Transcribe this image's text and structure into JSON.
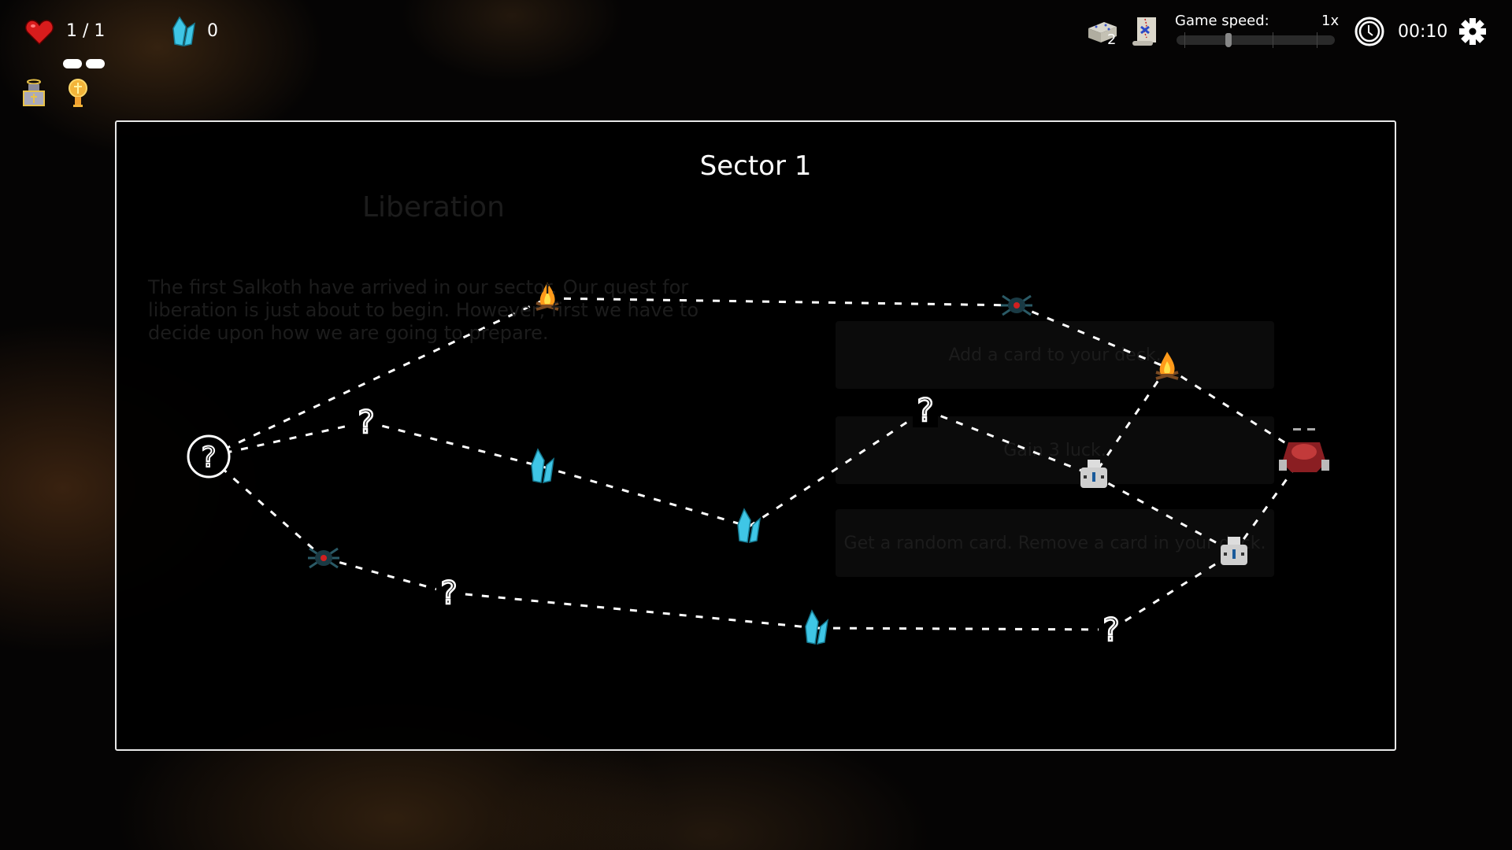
{
  "hud": {
    "health": "1 / 1",
    "crystals": "0",
    "deck_count": "2",
    "game_speed_label": "Game speed:",
    "game_speed_value": "1x",
    "game_speed_fraction": 0.33,
    "timer": "00:10",
    "pills": 2,
    "relics": [
      "holy-armor-icon",
      "holy-lamp-icon"
    ]
  },
  "map": {
    "title": "Sector 1",
    "nodes": [
      {
        "id": "start",
        "type": "mystery-large"
      },
      {
        "id": "q1",
        "type": "mystery"
      },
      {
        "id": "fire1",
        "type": "campfire"
      },
      {
        "id": "spider1",
        "type": "spider-enemy"
      },
      {
        "id": "fire2",
        "type": "campfire"
      },
      {
        "id": "boss",
        "type": "boss-enemy"
      },
      {
        "id": "q2",
        "type": "mystery"
      },
      {
        "id": "robot1",
        "type": "robot-enemy"
      },
      {
        "id": "robot2",
        "type": "robot-enemy"
      },
      {
        "id": "crystal1",
        "type": "crystal"
      },
      {
        "id": "crystal2",
        "type": "crystal"
      },
      {
        "id": "spider2",
        "type": "spider-enemy"
      },
      {
        "id": "q3",
        "type": "mystery"
      },
      {
        "id": "crystal3",
        "type": "crystal"
      },
      {
        "id": "q4",
        "type": "mystery"
      }
    ],
    "edges": [
      [
        "start",
        "fire1"
      ],
      [
        "start",
        "q1"
      ],
      [
        "start",
        "spider2"
      ],
      [
        "fire1",
        "spider1"
      ],
      [
        "spider1",
        "fire2"
      ],
      [
        "fire2",
        "boss"
      ],
      [
        "fire2",
        "robot1"
      ],
      [
        "q1",
        "crystal1"
      ],
      [
        "crystal1",
        "crystal2"
      ],
      [
        "crystal2",
        "q2"
      ],
      [
        "q2",
        "robot1"
      ],
      [
        "robot1",
        "robot2"
      ],
      [
        "robot2",
        "boss"
      ],
      [
        "spider2",
        "q3"
      ],
      [
        "q3",
        "crystal3"
      ],
      [
        "crystal3",
        "q4"
      ],
      [
        "q4",
        "robot2"
      ]
    ]
  },
  "background_event": {
    "title": "Liberation",
    "description": "The first Salkoth have arrived in our sector. Our quest for liberation is just about to begin. However, first we have to decide upon how we are going to prepare.",
    "options": [
      "Add a card to your deck.",
      "Gain 3 luck.",
      "Get a random card. Remove a card in your deck."
    ]
  },
  "colors": {
    "heart": "#d81c1c",
    "crystal": "#3fc6e6",
    "panel_border": "#e8e8e8",
    "fire": "#ff9a1a"
  }
}
